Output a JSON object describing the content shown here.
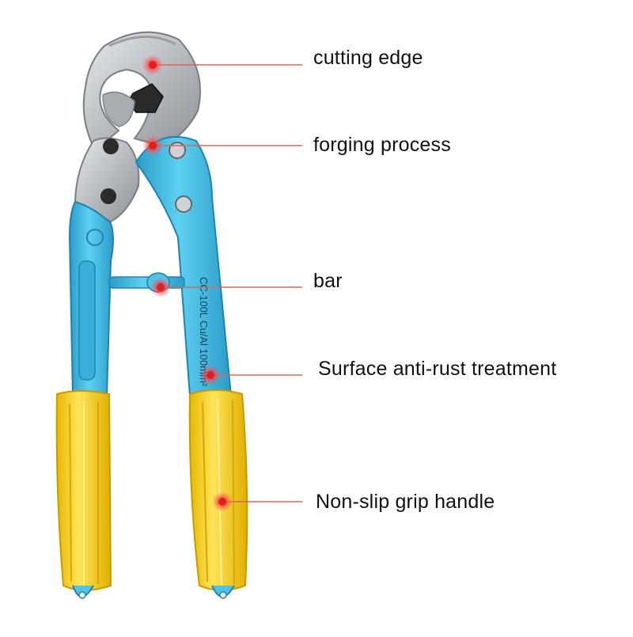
{
  "callouts": [
    {
      "label": "cutting edge"
    },
    {
      "label": "forging process"
    },
    {
      "label": "bar"
    },
    {
      "label": "Surface anti-rust treatment"
    },
    {
      "label": "Non-slip grip handle"
    }
  ],
  "tool_marking": "CC-100L Cu/Al 100mm²",
  "colors": {
    "handle_metal": "#4fc3e8",
    "handle_metal_dark": "#2a9cc8",
    "grip": "#f7d12a",
    "grip_dark": "#e0b400",
    "blade": "#c8ccd0",
    "callout_line": "#d9665c",
    "callout_dot": "#e02020",
    "text": "#111111"
  }
}
